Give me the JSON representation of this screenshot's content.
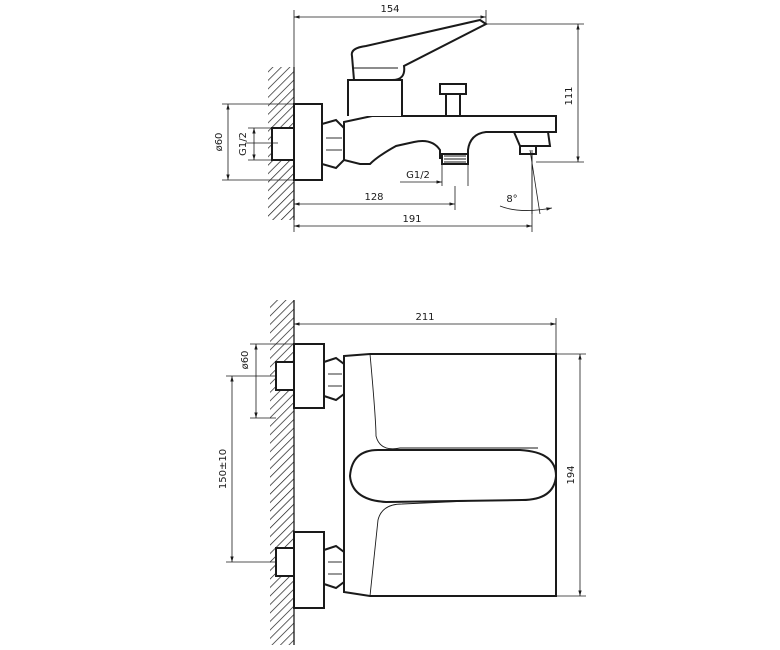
{
  "top_view": {
    "dims": {
      "d154": "154",
      "d111": "111",
      "d60": "ø60",
      "g12_left": "G1/2",
      "g12_bottom": "G1/2",
      "d128": "128",
      "d191": "191",
      "angle": "8°"
    }
  },
  "bottom_view": {
    "dims": {
      "d211": "211",
      "d60": "ø60",
      "d150": "150±10",
      "d194": "194"
    }
  },
  "colors": {
    "line": "#1a1a1a",
    "background": "#ffffff"
  }
}
